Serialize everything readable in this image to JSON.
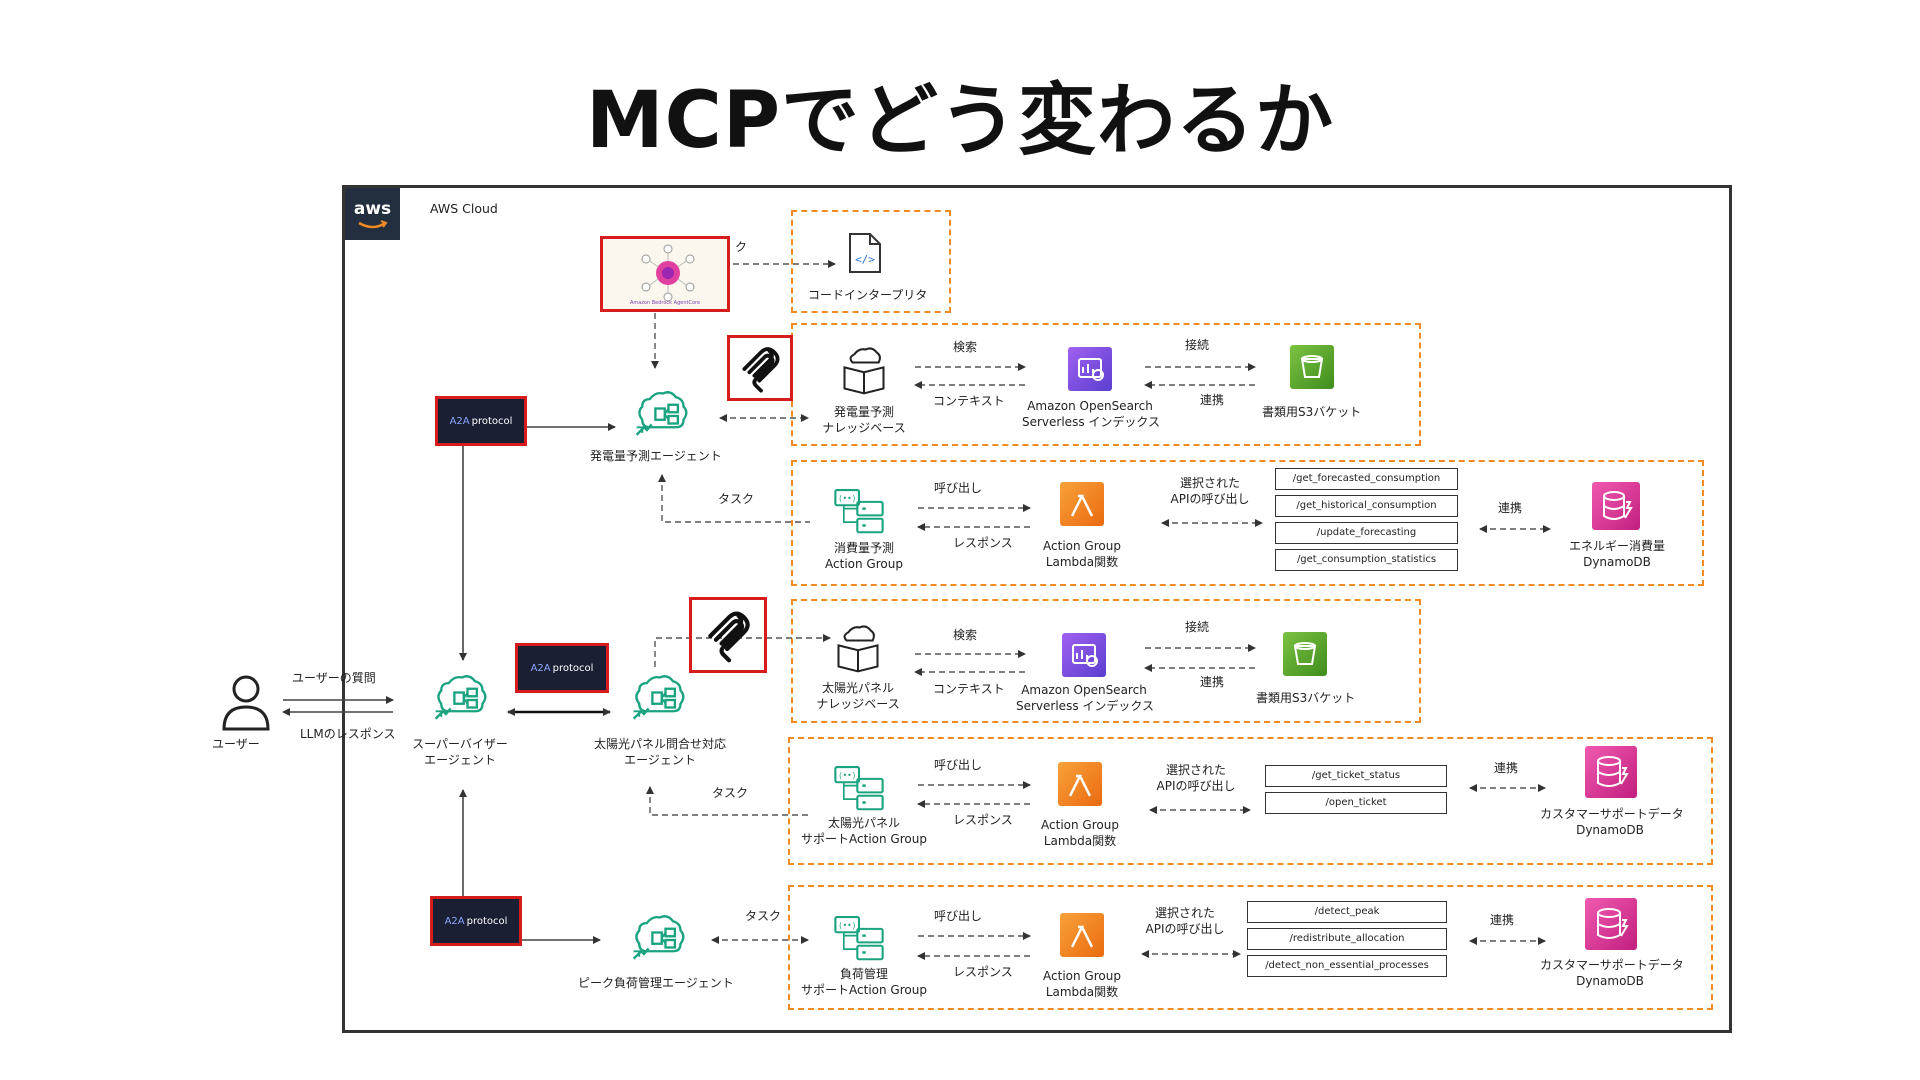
{
  "title": "MCPでどう変わるか",
  "aws": {
    "logo_text": "aws",
    "cloud_label": "AWS Cloud"
  },
  "user": {
    "label": "ユーザー",
    "question": "ユーザーの質問",
    "response": "LLMのレスポンス"
  },
  "a2a": {
    "prefix": "A2A",
    "suffix": "protocol"
  },
  "agents": {
    "supervisor": [
      "スーパーバイザー",
      "エージェント"
    ],
    "power": "発電量予測エージェント",
    "solar": [
      "太陽光パネル問合せ対応",
      "エージェント"
    ],
    "peak": "ピーク負荷管理エージェント"
  },
  "code": {
    "interpreter": "コードインタープリタ",
    "task_fragment": "ク",
    "image_caption": "Amazon Bedrock AgentCore"
  },
  "kb1": {
    "name": [
      "発電量予測",
      "ナレッジベース"
    ],
    "search": "検索",
    "context": "コンテキスト",
    "opensearch": [
      "Amazon OpenSearch",
      "Serverless インデックス"
    ],
    "connect": "接続",
    "link": "連携",
    "s3": "書類用S3バケット"
  },
  "ag1": {
    "task": "タスク",
    "name": [
      "消費量予測",
      "Action Group"
    ],
    "call": "呼び出し",
    "response": "レスポンス",
    "lambda": [
      "Action Group",
      "Lambda関数"
    ],
    "selected": [
      "選択された",
      "APIの呼び出し"
    ],
    "link": "連携",
    "apis": [
      "/get_forecasted_consumption",
      "/get_historical_consumption",
      "/update_forecasting",
      "/get_consumption_statistics"
    ],
    "db": [
      "エネルギー消費量",
      "DynamoDB"
    ]
  },
  "kb2": {
    "name": [
      "太陽光パネル",
      "ナレッジベース"
    ],
    "search": "検索",
    "context": "コンテキスト",
    "opensearch": [
      "Amazon OpenSearch",
      "Serverless インデックス"
    ],
    "connect": "接続",
    "link": "連携",
    "s3": "書類用S3バケット"
  },
  "ag2": {
    "task": "タスク",
    "name": [
      "太陽光パネル",
      "サポートAction Group"
    ],
    "call": "呼び出し",
    "response": "レスポンス",
    "lambda": [
      "Action Group",
      "Lambda関数"
    ],
    "selected": [
      "選択された",
      "APIの呼び出し"
    ],
    "link": "連携",
    "apis": [
      "/get_ticket_status",
      "/open_ticket"
    ],
    "db": [
      "カスタマーサポートデータ",
      "DynamoDB"
    ]
  },
  "ag3": {
    "task": "タスク",
    "name": [
      "負荷管理",
      "サポートAction Group"
    ],
    "call": "呼び出し",
    "response": "レスポンス",
    "lambda": [
      "Action Group",
      "Lambda関数"
    ],
    "selected": [
      "選択された",
      "APIの呼び出し"
    ],
    "link": "連携",
    "apis": [
      "/detect_peak",
      "/redistribute_allocation",
      "/detect_non_essential_processes"
    ],
    "db": [
      "カスタマーサポートデータ",
      "DynamoDB"
    ]
  },
  "colors": {
    "accent_orange": "#f08a24",
    "highlight_red": "#d61c1c",
    "agent_teal": "#1aa37f",
    "opensearch_purple": "#7b4fd6",
    "s3_green": "#5fa529",
    "lambda_orange": "#f07d15",
    "dynamo_magenta": "#d62f8f"
  }
}
